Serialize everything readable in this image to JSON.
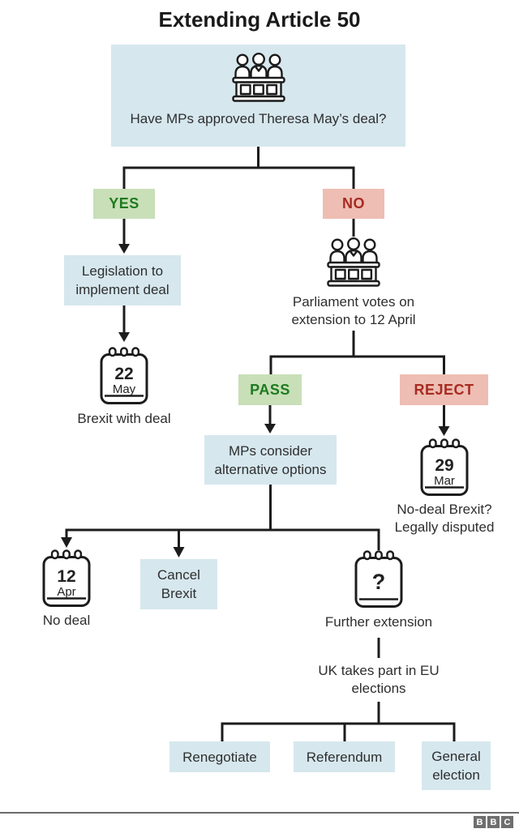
{
  "title": "Extending Article 50",
  "root_question": "Have MPs approved Theresa May’s deal?",
  "yes_branch": {
    "label": "YES",
    "step1": "Legislation to implement deal",
    "calendar": {
      "day": "22",
      "month": "May"
    },
    "outcome": "Brexit with deal"
  },
  "no_branch": {
    "label": "NO",
    "vote_text": "Parliament votes on extension to 12 April",
    "pass_branch": {
      "label": "PASS",
      "step1": "MPs consider alternative options",
      "no_deal": {
        "calendar": {
          "day": "12",
          "month": "Apr"
        },
        "caption": "No deal"
      },
      "cancel_option": "Cancel Brexit",
      "extension": {
        "calendar_symbol": "?",
        "caption": "Further extension",
        "note": "UK takes part in EU elections",
        "outcomes": [
          "Renegotiate",
          "Referendum",
          "General election"
        ]
      }
    },
    "reject_branch": {
      "label": "REJECT",
      "calendar": {
        "day": "29",
        "month": "Mar"
      },
      "caption_line1": "No-deal Brexit?",
      "caption_line2": "Legally disputed"
    }
  },
  "footer": {
    "logo": [
      "B",
      "B",
      "C"
    ]
  },
  "colors": {
    "box_blue": "#d6e7ee",
    "box_green": "#c8dfb8",
    "box_red": "#eebdb3",
    "text_green": "#1f7a1f",
    "text_red": "#a62b21",
    "line": "#1c1c1c",
    "bbc_gray": "#6e6e6e"
  }
}
